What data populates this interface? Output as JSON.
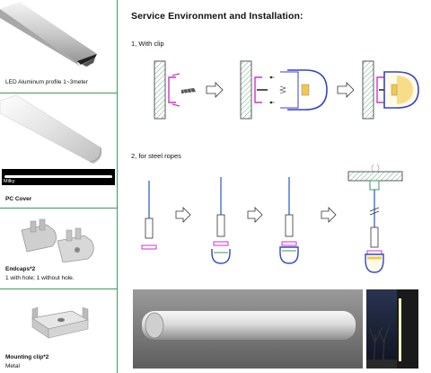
{
  "left_panel": {
    "profile_caption": "LED Aluminum profile 1~3meter",
    "milky_label": "Milky",
    "cover_caption": "PC Cover",
    "endcaps_title": "Endcaps*2",
    "endcaps_note": "1 with hole; 1 without hole.",
    "clip_title": "Mounting clip*2",
    "clip_note": "Metal"
  },
  "right_panel": {
    "title": "Service Environment and Installation:",
    "step1": "1, With clip",
    "step2": "2, for steel ropes"
  },
  "colors": {
    "divider": "#3d9a5a",
    "clip": "#cc33cc",
    "diffuser": "#3344cc",
    "led_glow": "#f2c84b",
    "rope": "#2255cc",
    "wall_hatch": "#3d9a5a"
  }
}
